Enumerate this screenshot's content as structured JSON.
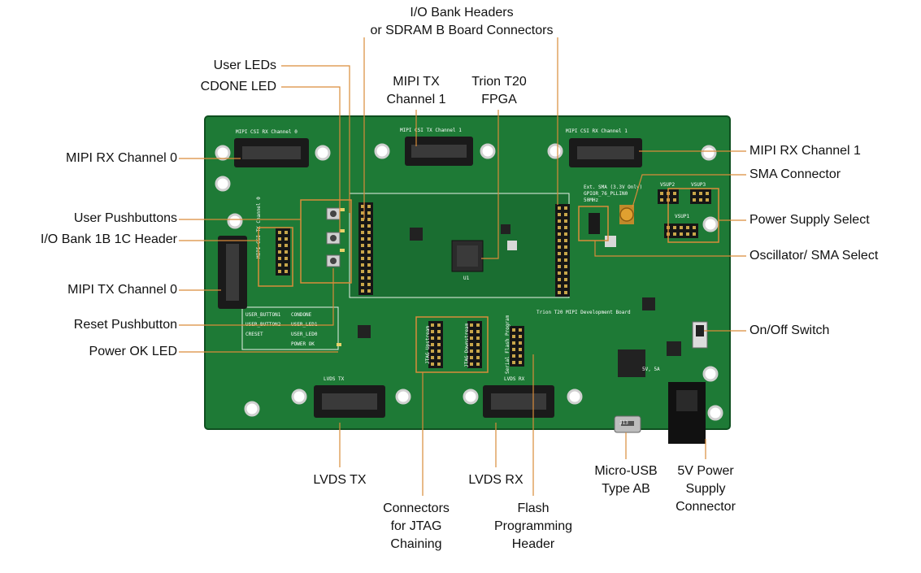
{
  "colors": {
    "board": "#1e7a36",
    "board_dark": "#135c26",
    "board_edge": "#0f4f20",
    "silk": "#ffffff",
    "connector": "#1a1a1a",
    "pin": "#c8a64a",
    "callout": "#d98c3a",
    "text": "#111111"
  },
  "labels": {
    "io_bank_headers": "I/O Bank Headers\nor SDRAM B Board Connectors",
    "user_leds": "User LEDs",
    "cdone_led": "CDONE LED",
    "mipi_tx_ch1": "MIPI TX\nChannel 1",
    "trion": "Trion T20\nFPGA",
    "mipi_rx_ch0": "MIPI RX Channel 0",
    "mipi_rx_ch1": "MIPI RX Channel 1",
    "sma_connector": "SMA Connector",
    "user_pushbuttons": "User Pushbuttons",
    "power_supply_select": "Power Supply Select",
    "io_bank_1b1c": "I/O Bank 1B 1C Header",
    "osc_sma_select": "Oscillator/ SMA Select",
    "mipi_tx_ch0": "MIPI TX Channel 0",
    "reset_pushbutton": "Reset Pushbutton",
    "on_off_switch": "On/Off Switch",
    "power_ok_led": "Power OK LED",
    "lvds_tx": "LVDS TX",
    "lvds_rx": "LVDS RX",
    "micro_usb": "Micro-USB\nType AB",
    "five_v_power": "5V Power\nSupply\nConnector",
    "jtag_chaining": "Connectors\nfor JTAG\nChaining",
    "flash_header": "Flash\nProgramming\nHeader"
  },
  "silkscreen": {
    "mipi_csi_rx_ch0": "MIPI CSI RX Channel 0",
    "mipi_csi_tx_ch1": "MIPI CSI TX Channel 1",
    "mipi_csi_rx_ch1": "MIPI CSI RX Channel 1",
    "mipi_csi_tx_ch0": "MIPI CSI TX Channel 0",
    "ext_sma": "Ext. SMA (3.3V Only)",
    "gpior": "GPIOR_76_PLLIN0",
    "freq": "50MHz",
    "vsup2": "VSUP2",
    "vsup3": "VSUP3",
    "vsup1": "VSUP1",
    "user_button1": "USER_BUTTON1",
    "user_button2": "USER_BUTTON2",
    "creset": "CRESET",
    "condone": "CONDONE",
    "user_led1": "USER_LED1",
    "user_led0": "USER_LED0",
    "power_ok": "POWER OK",
    "lvds_tx": "LVDS TX",
    "lvds_rx": "LVDS RX",
    "jtag_upstream": "JTAG Upstream",
    "jtag_downstream": "JTAG Downstream",
    "serial_flash": "Serial Flash Program",
    "board_name": "Trion T20 MIPI Development Board",
    "power_rating": "5V, 5A",
    "u1": "U1",
    "j13": "J13"
  }
}
